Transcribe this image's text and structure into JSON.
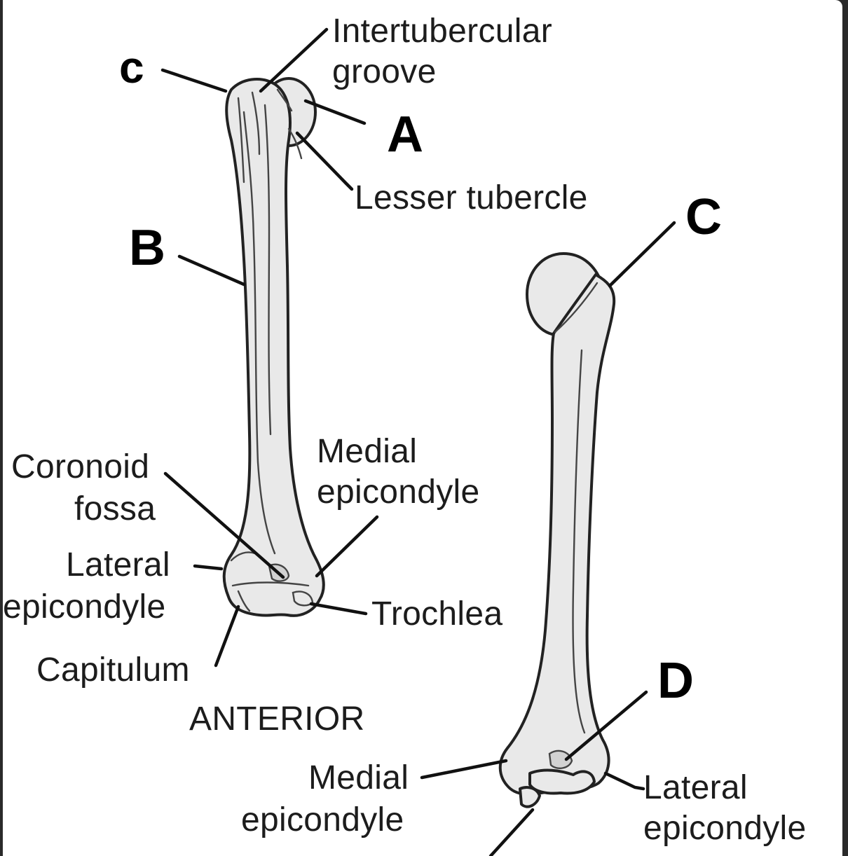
{
  "diagram": {
    "view_label": "ANTERIOR",
    "letters": {
      "A": "A",
      "B": "B",
      "C_small": "c",
      "C_large": "C",
      "D": "D"
    },
    "anterior_labels": {
      "intertubercular_1": "Intertubercular",
      "intertubercular_2": "groove",
      "lesser_tubercle": "Lesser tubercle",
      "coronoid_1": "Coronoid",
      "coronoid_2": "fossa",
      "medial_epi_1": "Medial",
      "medial_epi_2": "epicondyle",
      "lateral_epi_1": "Lateral",
      "lateral_epi_2": "epicondyle",
      "trochlea": "Trochlea",
      "capitulum": "Capitulum"
    },
    "posterior_labels": {
      "medial_epi_1": "Medial",
      "medial_epi_2": "epicondyle",
      "lateral_epi_1": "Lateral",
      "lateral_epi_2": "epicondyle"
    }
  }
}
